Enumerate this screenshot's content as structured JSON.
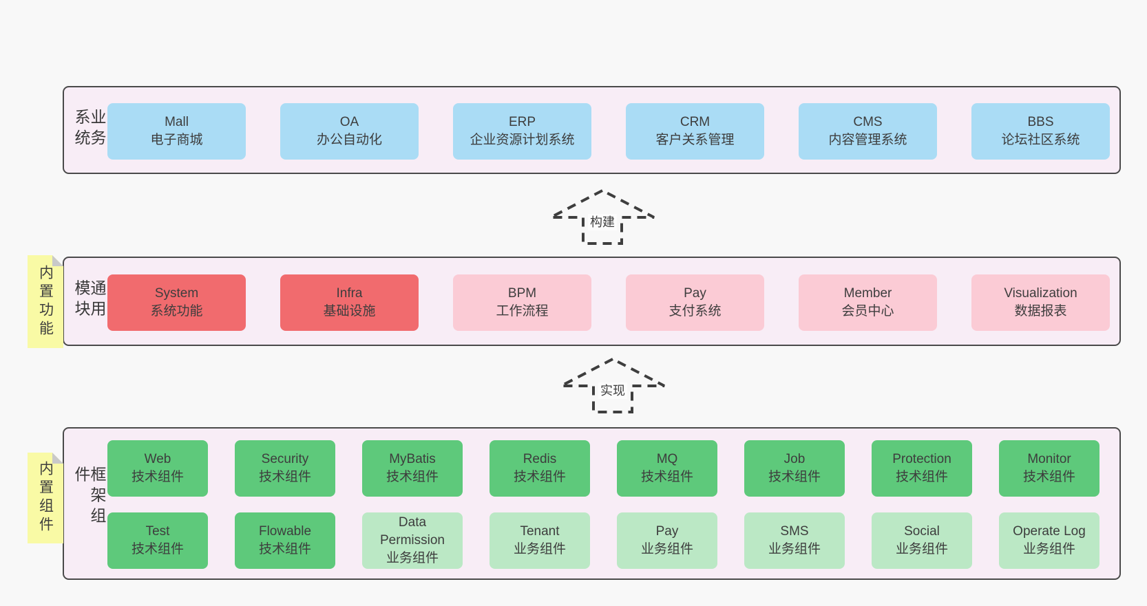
{
  "layers": [
    {
      "label": "业务系统",
      "boxes": [
        {
          "name": "Mall",
          "desc": "电子商城"
        },
        {
          "name": "OA",
          "desc": "办公自动化"
        },
        {
          "name": "ERP",
          "desc": "企业资源计划系统"
        },
        {
          "name": "CRM",
          "desc": "客户关系管理"
        },
        {
          "name": "CMS",
          "desc": "内容管理系统"
        },
        {
          "name": "BBS",
          "desc": "论坛社区系统"
        }
      ]
    },
    {
      "label": "通用模块",
      "note": "内置功能",
      "boxes": [
        {
          "name": "System",
          "desc": "系统功能"
        },
        {
          "name": "Infra",
          "desc": "基础设施"
        },
        {
          "name": "BPM",
          "desc": "工作流程"
        },
        {
          "name": "Pay",
          "desc": "支付系统"
        },
        {
          "name": "Member",
          "desc": "会员中心"
        },
        {
          "name": "Visualization",
          "desc": "数据报表"
        }
      ]
    },
    {
      "label": "框架组件",
      "note": "内置组件",
      "rows": [
        [
          {
            "name": "Web",
            "desc": "技术组件"
          },
          {
            "name": "Security",
            "desc": "技术组件"
          },
          {
            "name": "MyBatis",
            "desc": "技术组件"
          },
          {
            "name": "Redis",
            "desc": "技术组件"
          },
          {
            "name": "MQ",
            "desc": "技术组件"
          },
          {
            "name": "Job",
            "desc": "技术组件"
          },
          {
            "name": "Protection",
            "desc": "技术组件"
          },
          {
            "name": "Monitor",
            "desc": "技术组件"
          }
        ],
        [
          {
            "name": "Test",
            "desc": "技术组件"
          },
          {
            "name": "Flowable",
            "desc": "技术组件"
          },
          {
            "name": "Data Permission",
            "desc": "业务组件"
          },
          {
            "name": "Tenant",
            "desc": "业务组件"
          },
          {
            "name": "Pay",
            "desc": "业务组件"
          },
          {
            "name": "SMS",
            "desc": "业务组件"
          },
          {
            "name": "Social",
            "desc": "业务组件"
          },
          {
            "name": "Operate Log",
            "desc": "业务组件"
          }
        ]
      ]
    }
  ],
  "arrows": [
    {
      "label": "构建"
    },
    {
      "label": "实现"
    }
  ],
  "colors": {
    "page_bg": "#f8f8f8",
    "layer_bg": "#f8edf6",
    "layer_border": "#4a4a4a",
    "box_blue": "#aadcf5",
    "box_red": "#f16b6e",
    "box_pink": "#fbcbd5",
    "box_green": "#5ec97b",
    "box_green_light": "#bbe8c5",
    "note_yellow": "#f9faa5",
    "note_fold_gray": "#c9c9c9",
    "arrow_dash": "#3e3e3e",
    "text": "#3d3d3d"
  }
}
